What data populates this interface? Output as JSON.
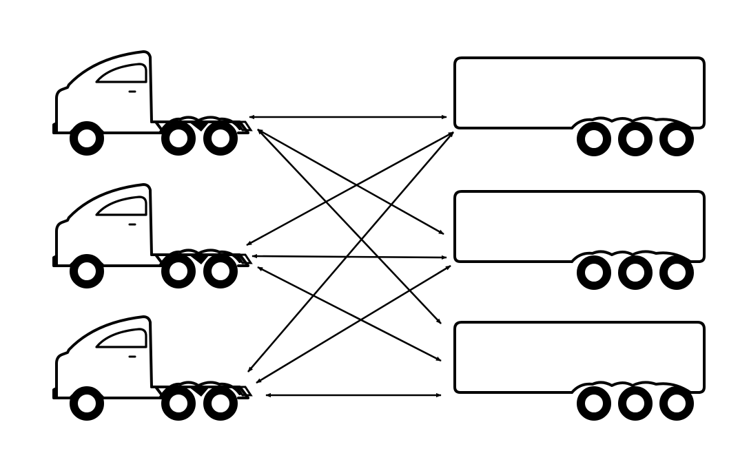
{
  "diagram": {
    "colors": {
      "line": "#000000",
      "background": "#ffffff"
    },
    "tractors": [
      {
        "id": "tractor-1",
        "icon": "tractor-truck-icon"
      },
      {
        "id": "tractor-2",
        "icon": "tractor-truck-icon"
      },
      {
        "id": "tractor-3",
        "icon": "tractor-truck-icon"
      }
    ],
    "trailers": [
      {
        "id": "trailer-1",
        "icon": "semi-trailer-icon"
      },
      {
        "id": "trailer-2",
        "icon": "semi-trailer-icon"
      },
      {
        "id": "trailer-3",
        "icon": "semi-trailer-icon"
      }
    ],
    "connections": [
      {
        "from": 0,
        "to": 0,
        "bidirectional": true
      },
      {
        "from": 0,
        "to": 1,
        "bidirectional": true
      },
      {
        "from": 0,
        "to": 2,
        "bidirectional": true
      },
      {
        "from": 1,
        "to": 0,
        "bidirectional": true
      },
      {
        "from": 1,
        "to": 1,
        "bidirectional": true
      },
      {
        "from": 1,
        "to": 2,
        "bidirectional": true
      },
      {
        "from": 2,
        "to": 0,
        "bidirectional": true
      },
      {
        "from": 2,
        "to": 1,
        "bidirectional": true
      },
      {
        "from": 2,
        "to": 2,
        "bidirectional": true
      }
    ]
  }
}
